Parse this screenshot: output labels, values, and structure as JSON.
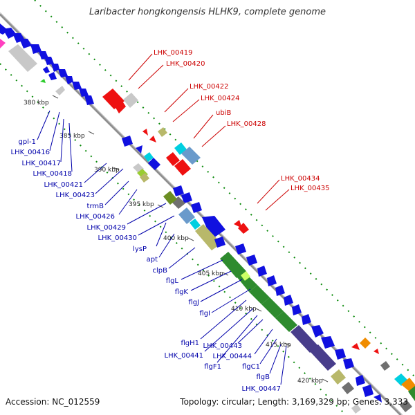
{
  "title": "Laribacter hongkongensis HLHK9, complete genome",
  "footer": {
    "accession_label": "Accession:",
    "accession": "NC_012559",
    "topology_label": "Topology:",
    "topology": "circular",
    "length_label": "Length:",
    "length": "3,169,329 bp",
    "genes_label": "Genes:",
    "genes": "3,333"
  },
  "colors": {
    "backbone": "#8f8f8f",
    "forward_cds": "#1010e0",
    "reverse_cds": "#ee1111",
    "flagellar": "#2e8b2e",
    "label_blue": "#0000aa",
    "label_red": "#cc0000",
    "track_dots": "#0a8a0a"
  },
  "ruler_ticks": [
    {
      "kbp": 380,
      "label": "380 kbp"
    },
    {
      "kbp": 385,
      "label": "385 kbp"
    },
    {
      "kbp": 390,
      "label": "390 kbp"
    },
    {
      "kbp": 395,
      "label": "395 kbp"
    },
    {
      "kbp": 400,
      "label": "400 kbp"
    },
    {
      "kbp": 405,
      "label": "405 kbp"
    },
    {
      "kbp": 410,
      "label": "410 kbp"
    },
    {
      "kbp": 415,
      "label": "415 kbp"
    },
    {
      "kbp": 420,
      "label": "420 kbp"
    }
  ],
  "forward_labels": [
    "gpl-1",
    "LHK_00416",
    "LHK_00417",
    "LHK_00418",
    "LHK_00421",
    "LHK_00423",
    "trmB",
    "LHK_00426",
    "LHK_00429",
    "LHK_00430",
    "lysP",
    "apt",
    "clpB",
    "flgL",
    "flgK",
    "flgJ",
    "flgI",
    "flgH1",
    "LHK_00441",
    "flgF1",
    "LHK_00443",
    "LHK_00444",
    "flgC1",
    "flgB",
    "LHK_00447"
  ],
  "reverse_labels": [
    "LHK_00419",
    "LHK_00420",
    "LHK_00422",
    "LHK_00424",
    "ubiB",
    "LHK_00428",
    "LHK_00434",
    "LHK_00435"
  ]
}
